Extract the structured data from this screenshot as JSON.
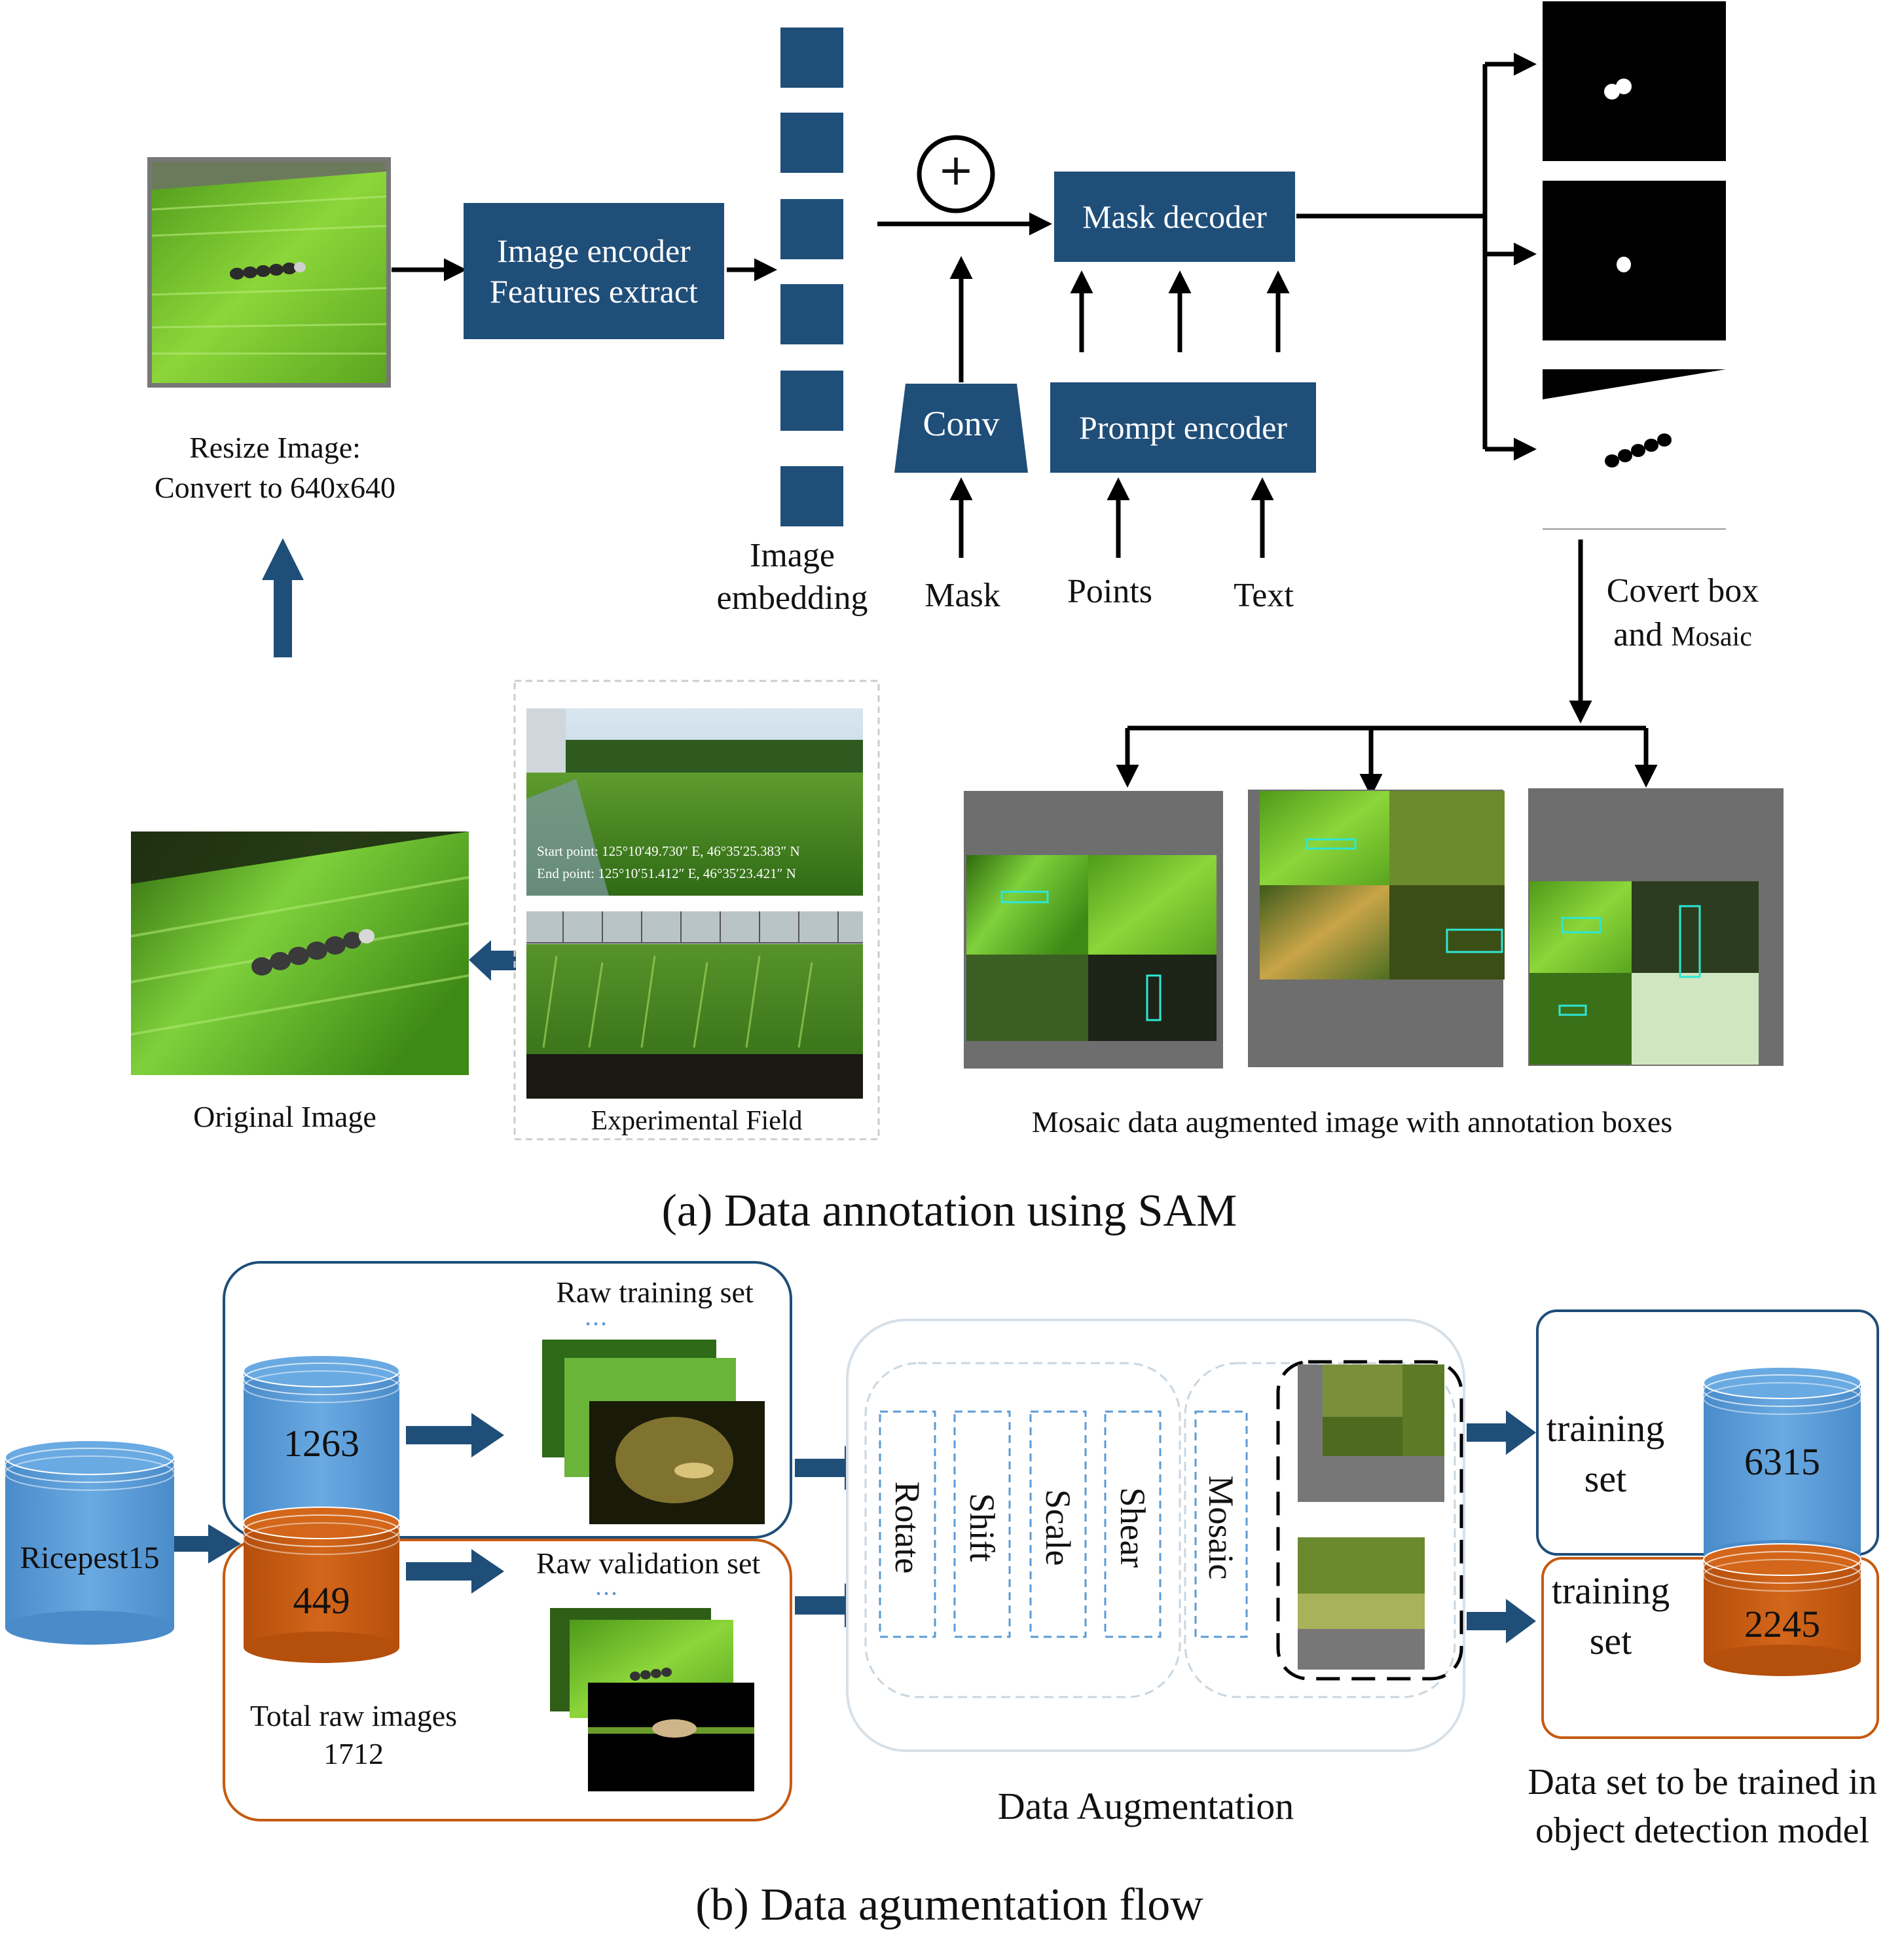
{
  "part_a": {
    "caption": "(a) Data annotation using SAM",
    "image_encoder": [
      "Image encoder",
      "Features extract"
    ],
    "resize_label": [
      "Resize Image:",
      "Convert to 640x640"
    ],
    "image_embedding_label": [
      "Image",
      "embedding"
    ],
    "mask_decoder": "Mask decoder",
    "conv": "Conv",
    "prompt_encoder": "Prompt encoder",
    "inputs": {
      "mask": "Mask",
      "points": "Points",
      "text": "Text"
    },
    "plus_symbol": "+",
    "convert_label": {
      "line1": "Covert box",
      "line2_and": "and",
      "line2_mosaic": "Mosaic"
    },
    "original_image_label": "Original Image",
    "experimental_field_label": "Experimental Field",
    "field_coords": [
      "Start point: 125°10′49.730″ E, 46°35′25.383″ N",
      "End point: 125°10′51.412″ E, 46°35′23.421″ N"
    ],
    "mosaic_label": "Mosaic data augmented image with annotation boxes"
  },
  "part_b": {
    "caption": "(b) Data agumentation flow",
    "source_db": "Ricepest15",
    "train_count": "1263",
    "val_count": "449",
    "total_label": [
      "Total raw images",
      "1712"
    ],
    "raw_training_set": "Raw training  set",
    "raw_validation_set": "Raw validation set",
    "dots": "• • •",
    "augment_ops": [
      "Rotate",
      "Shift",
      "Scale",
      "Shear",
      "Mosaic"
    ],
    "augment_label": "Data Augmentation",
    "out_train_label": [
      "training",
      "set"
    ],
    "out_train_count": "6315",
    "out_val_label": [
      "training",
      "set"
    ],
    "out_val_count": "2245",
    "result_label": [
      "Data set to be trained in",
      "object detection model"
    ]
  },
  "colors": {
    "dark_blue": "#1f4e79",
    "light_blue": "#5b9bd5",
    "orange": "#c55a11",
    "leaf_green": "#7ac943"
  }
}
